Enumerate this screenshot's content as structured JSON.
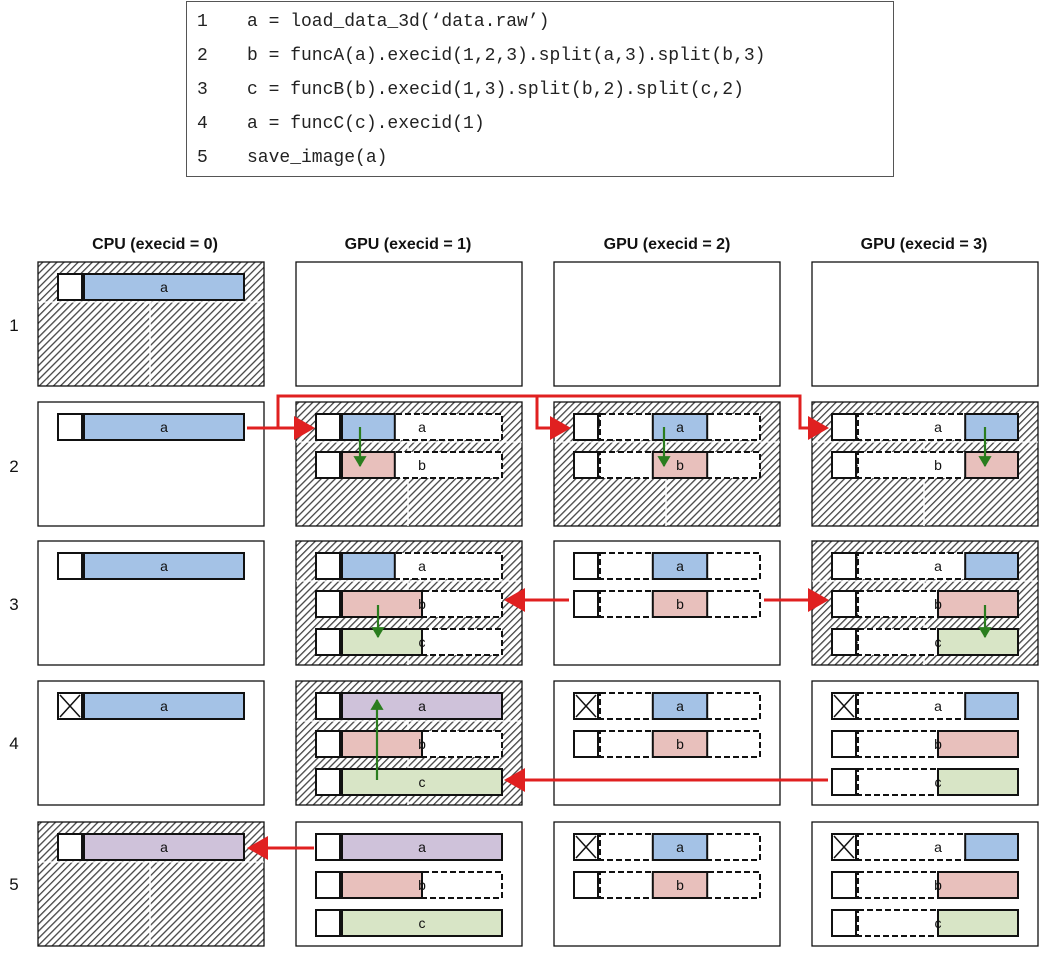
{
  "code": {
    "lines": [
      {
        "num": "1",
        "text": "a = load_data_3d(‘data.raw’)"
      },
      {
        "num": "2",
        "text": "b = funcA(a).execid(1,2,3).split(a,3).split(b,3)"
      },
      {
        "num": "3",
        "text": "c = funcB(b).execid(1,3).split(b,2).split(c,2)"
      },
      {
        "num": "4",
        "text": "a = funcC(c).execid(1)"
      },
      {
        "num": "5",
        "text": "save_image(a)"
      }
    ]
  },
  "columns": [
    "CPU (execid = 0)",
    "GPU (execid = 1)",
    "GPU (execid = 2)",
    "GPU (execid = 3)"
  ],
  "rows": [
    "1",
    "2",
    "3",
    "4",
    "5"
  ],
  "colors": {
    "a": "#a4c2e6",
    "b": "#e8c0bc",
    "c": "#d8e5c6",
    "a_updated": "#cfc2da",
    "transfer_arrow": "#e02020",
    "compute_arrow": "#2a7d1e",
    "hatch": "#444444"
  },
  "cells": [
    {
      "row": 0,
      "col": 0,
      "active": true,
      "buffers": [
        {
          "label": "a",
          "x": [
            {
              "s": 0,
              "e": 1,
              "c": "a"
            }
          ]
        }
      ]
    },
    {
      "row": 0,
      "col": 1,
      "active": false,
      "buffers": []
    },
    {
      "row": 0,
      "col": 2,
      "active": false,
      "buffers": []
    },
    {
      "row": 0,
      "col": 3,
      "active": false,
      "buffers": []
    },
    {
      "row": 1,
      "col": 0,
      "active": false,
      "buffers": [
        {
          "label": "a",
          "x": [
            {
              "s": 0,
              "e": 1,
              "c": "a"
            }
          ]
        }
      ]
    },
    {
      "row": 1,
      "col": 1,
      "active": true,
      "buffers": [
        {
          "label": "a",
          "dashed": true,
          "x": [
            {
              "s": 0,
              "e": 0.33,
              "c": "a"
            }
          ]
        },
        {
          "label": "b",
          "dashed": true,
          "x": [
            {
              "s": 0,
              "e": 0.33,
              "c": "b"
            }
          ]
        }
      ]
    },
    {
      "row": 1,
      "col": 2,
      "active": true,
      "buffers": [
        {
          "label": "a",
          "dashed": true,
          "x": [
            {
              "s": 0.33,
              "e": 0.67,
              "c": "a"
            }
          ]
        },
        {
          "label": "b",
          "dashed": true,
          "x": [
            {
              "s": 0.33,
              "e": 0.67,
              "c": "b"
            }
          ]
        }
      ]
    },
    {
      "row": 1,
      "col": 3,
      "active": true,
      "buffers": [
        {
          "label": "a",
          "dashed": true,
          "x": [
            {
              "s": 0.67,
              "e": 1,
              "c": "a"
            }
          ]
        },
        {
          "label": "b",
          "dashed": true,
          "x": [
            {
              "s": 0.67,
              "e": 1,
              "c": "b"
            }
          ]
        }
      ]
    },
    {
      "row": 2,
      "col": 0,
      "active": false,
      "buffers": [
        {
          "label": "a",
          "x": [
            {
              "s": 0,
              "e": 1,
              "c": "a"
            }
          ]
        }
      ]
    },
    {
      "row": 2,
      "col": 1,
      "active": true,
      "buffers": [
        {
          "label": "a",
          "dashed": true,
          "x": [
            {
              "s": 0,
              "e": 0.33,
              "c": "a"
            }
          ]
        },
        {
          "label": "b",
          "dashed": true,
          "x": [
            {
              "s": 0,
              "e": 0.5,
              "c": "b"
            }
          ]
        },
        {
          "label": "c",
          "dashed": true,
          "x": [
            {
              "s": 0,
              "e": 0.5,
              "c": "c"
            }
          ]
        }
      ]
    },
    {
      "row": 2,
      "col": 2,
      "active": false,
      "buffers": [
        {
          "label": "a",
          "dashed": true,
          "x": [
            {
              "s": 0.33,
              "e": 0.67,
              "c": "a"
            }
          ]
        },
        {
          "label": "b",
          "dashed": true,
          "x": [
            {
              "s": 0.33,
              "e": 0.67,
              "c": "b"
            }
          ]
        }
      ]
    },
    {
      "row": 2,
      "col": 3,
      "active": true,
      "buffers": [
        {
          "label": "a",
          "dashed": true,
          "x": [
            {
              "s": 0.67,
              "e": 1,
              "c": "a"
            }
          ]
        },
        {
          "label": "b",
          "dashed": true,
          "x": [
            {
              "s": 0.5,
              "e": 1,
              "c": "b"
            }
          ]
        },
        {
          "label": "c",
          "dashed": true,
          "x": [
            {
              "s": 0.5,
              "e": 1,
              "c": "c"
            }
          ]
        }
      ]
    },
    {
      "row": 3,
      "col": 0,
      "active": false,
      "buffers": [
        {
          "label": "a",
          "invalid": true,
          "x": [
            {
              "s": 0,
              "e": 1,
              "c": "a"
            }
          ]
        }
      ]
    },
    {
      "row": 3,
      "col": 1,
      "active": true,
      "buffers": [
        {
          "label": "a",
          "x": [
            {
              "s": 0,
              "e": 1,
              "c": "a_updated"
            }
          ]
        },
        {
          "label": "b",
          "dashed": true,
          "x": [
            {
              "s": 0,
              "e": 0.5,
              "c": "b"
            }
          ]
        },
        {
          "label": "c",
          "x": [
            {
              "s": 0,
              "e": 1,
              "c": "c"
            }
          ]
        }
      ]
    },
    {
      "row": 3,
      "col": 2,
      "active": false,
      "buffers": [
        {
          "label": "a",
          "dashed": true,
          "invalid": true,
          "x": [
            {
              "s": 0.33,
              "e": 0.67,
              "c": "a"
            }
          ]
        },
        {
          "label": "b",
          "dashed": true,
          "x": [
            {
              "s": 0.33,
              "e": 0.67,
              "c": "b"
            }
          ]
        }
      ]
    },
    {
      "row": 3,
      "col": 3,
      "active": false,
      "buffers": [
        {
          "label": "a",
          "dashed": true,
          "invalid": true,
          "x": [
            {
              "s": 0.67,
              "e": 1,
              "c": "a"
            }
          ]
        },
        {
          "label": "b",
          "dashed": true,
          "x": [
            {
              "s": 0.5,
              "e": 1,
              "c": "b"
            }
          ]
        },
        {
          "label": "c",
          "dashed": true,
          "x": [
            {
              "s": 0.5,
              "e": 1,
              "c": "c"
            }
          ]
        }
      ]
    },
    {
      "row": 4,
      "col": 0,
      "active": true,
      "buffers": [
        {
          "label": "a",
          "x": [
            {
              "s": 0,
              "e": 1,
              "c": "a_updated"
            }
          ]
        }
      ]
    },
    {
      "row": 4,
      "col": 1,
      "active": false,
      "buffers": [
        {
          "label": "a",
          "x": [
            {
              "s": 0,
              "e": 1,
              "c": "a_updated"
            }
          ]
        },
        {
          "label": "b",
          "dashed": true,
          "x": [
            {
              "s": 0,
              "e": 0.5,
              "c": "b"
            }
          ]
        },
        {
          "label": "c",
          "x": [
            {
              "s": 0,
              "e": 1,
              "c": "c"
            }
          ]
        }
      ]
    },
    {
      "row": 4,
      "col": 2,
      "active": false,
      "buffers": [
        {
          "label": "a",
          "dashed": true,
          "invalid": true,
          "x": [
            {
              "s": 0.33,
              "e": 0.67,
              "c": "a"
            }
          ]
        },
        {
          "label": "b",
          "dashed": true,
          "x": [
            {
              "s": 0.33,
              "e": 0.67,
              "c": "b"
            }
          ]
        }
      ]
    },
    {
      "row": 4,
      "col": 3,
      "active": false,
      "buffers": [
        {
          "label": "a",
          "dashed": true,
          "invalid": true,
          "x": [
            {
              "s": 0.67,
              "e": 1,
              "c": "a"
            }
          ]
        },
        {
          "label": "b",
          "dashed": true,
          "x": [
            {
              "s": 0.5,
              "e": 1,
              "c": "b"
            }
          ]
        },
        {
          "label": "c",
          "dashed": true,
          "x": [
            {
              "s": 0.5,
              "e": 1,
              "c": "c"
            }
          ]
        }
      ]
    }
  ],
  "transfers": [
    {
      "from_row": 1,
      "from_col": 0,
      "to_cols": [
        1,
        2,
        3
      ],
      "kind": "scatter"
    },
    {
      "from_row": 2,
      "from_col": 2,
      "to_cols": [
        1,
        3
      ],
      "kind": "split"
    },
    {
      "from_row": 3,
      "from_col": 3,
      "to_cols": [
        1
      ],
      "kind": "gather"
    },
    {
      "from_row": 4,
      "from_col": 1,
      "to_cols": [
        0
      ],
      "kind": "return"
    }
  ]
}
